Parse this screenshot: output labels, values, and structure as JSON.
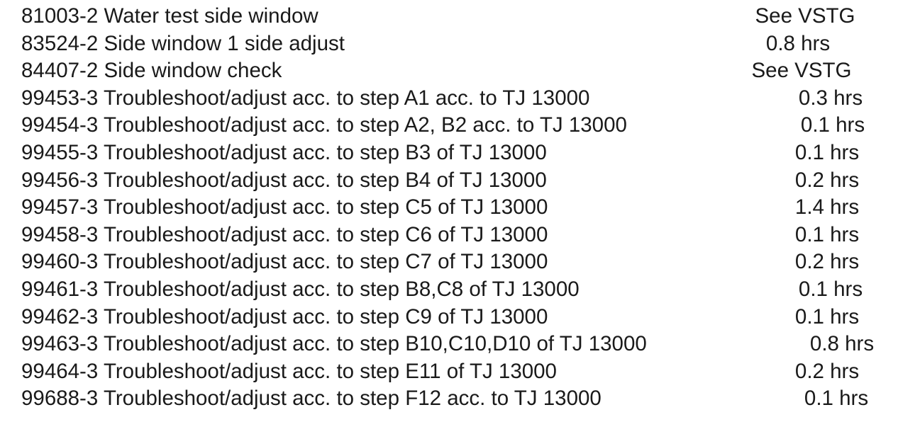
{
  "operations": [
    {
      "code": "81003-2",
      "description": "Water test side window",
      "time": "See VSTG"
    },
    {
      "code": "83524-2",
      "description": "Side window 1 side adjust",
      "time": "0.8 hrs"
    },
    {
      "code": "84407-2",
      "description": "Side window check",
      "time": "See VSTG"
    },
    {
      "code": "99453-3",
      "description": "Troubleshoot/adjust acc. to step A1 acc. to TJ 13000",
      "time": "0.3 hrs"
    },
    {
      "code": "99454-3",
      "description": "Troubleshoot/adjust acc. to step A2, B2 acc. to TJ 13000",
      "time": "0.1 hrs"
    },
    {
      "code": "99455-3",
      "description": "Troubleshoot/adjust acc. to step B3 of TJ 13000",
      "time": "0.1 hrs"
    },
    {
      "code": "99456-3",
      "description": "Troubleshoot/adjust acc. to step B4 of TJ 13000",
      "time": "0.2 hrs"
    },
    {
      "code": "99457-3",
      "description": "Troubleshoot/adjust acc. to step C5 of TJ 13000",
      "time": "1.4 hrs"
    },
    {
      "code": "99458-3",
      "description": "Troubleshoot/adjust acc. to step C6 of TJ 13000",
      "time": "0.1 hrs"
    },
    {
      "code": "99460-3",
      "description": "Troubleshoot/adjust acc. to step C7 of TJ 13000",
      "time": "0.2 hrs"
    },
    {
      "code": "99461-3",
      "description": "Troubleshoot/adjust acc. to step B8,C8 of TJ 13000",
      "time": "0.1 hrs"
    },
    {
      "code": "99462-3",
      "description": "Troubleshoot/adjust acc. to step C9 of TJ 13000",
      "time": "0.1 hrs"
    },
    {
      "code": "99463-3",
      "description": "Troubleshoot/adjust acc. to step B10,C10,D10 of TJ 13000",
      "time": "0.8 hrs"
    },
    {
      "code": "99464-3",
      "description": "Troubleshoot/adjust acc. to step E11 of TJ 13000",
      "time": "0.2 hrs"
    },
    {
      "code": "99688-3",
      "description": "Troubleshoot/adjust acc. to step F12 acc. to TJ 13000",
      "time": "0.1 hrs"
    }
  ]
}
